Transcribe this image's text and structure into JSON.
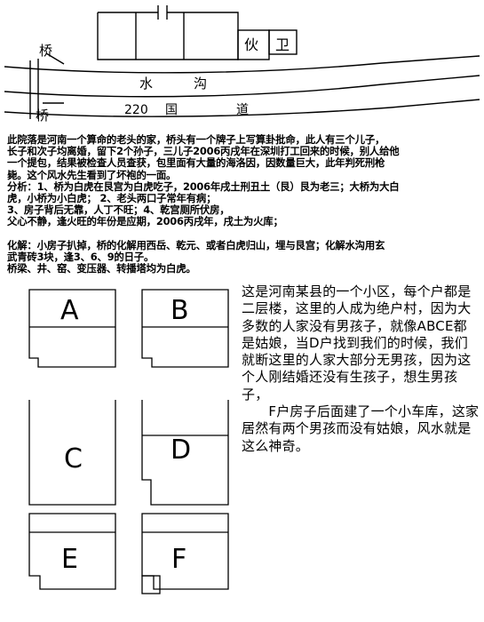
{
  "site_map": {
    "labels": {
      "bridge_upper": "桥",
      "bridge_lower": "桥",
      "kitchen": "伙",
      "guard": "卫",
      "ditch_1": "水",
      "ditch_2": "沟",
      "road_number": "220",
      "road_1": "国",
      "road_2": "道"
    }
  },
  "analysis": {
    "lines": [
      "此院落是河南一个算命的老头的家，桥头有一个牌子上写算卦批命，此人有三个儿子，",
      "长子和次子均离婚，留下2个孙子，三儿子2006丙戌年在深圳打工回来的时候，别人给他",
      "一个提包，结果被检查人员查获，包里面有大量的海洛因，因数量巨大，此年判死刑枪",
      "毙。这个风水先生看到了坏袍的一面。",
      "分析：1、桥为白虎在艮宫为白虎吃子，2006年戌土刑丑土（艮）艮为老三；大桥为大白",
      "虎，小桥为小白虎；  2、老头两口子常年有病；",
      "3、房子背后无靠，人丁不旺；4、乾宫厕所伏房，",
      "父心不静，逢火旺的年份是应期，2006丙戌年，戌土为火库；",
      "",
      "化解：小房子扒掉，桥的化解用西岳、乾元、或者白虎归山，埋与艮宫；化解水沟用玄",
      "武青砖3块，逢3、6、9的日子。",
      "桥梁、井、窑、变压器、转播塔均为白虎。"
    ]
  },
  "floor_plan": {
    "units": [
      "A",
      "B",
      "C",
      "D",
      "E",
      "F"
    ]
  },
  "note": {
    "paragraphs": [
      "这是河南某县的一个小区，每个户都是二层楼，这里的人成为绝户村，因为大多数的人家没有男孩子，就像ABCE都是姑娘，当D户找到我们的时候，我们就断这里的人家大部分无男孩，因为这个人刚结婚还没有生孩子，想生男孩子，",
      "　　F户房子后面建了一个小车库，这家居然有两个男孩而没有姑娘，风水就是这么神奇。"
    ]
  }
}
